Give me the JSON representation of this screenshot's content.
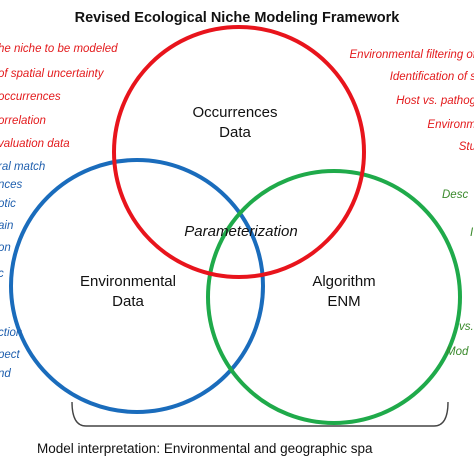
{
  "title": "Revised Ecological Niche Modeling Framework",
  "colors": {
    "occurrences": "#e8141c",
    "environmental": "#1a6cbc",
    "algorithm": "#1faa4a",
    "red_text": "#e31a1c",
    "blue_text": "#1f5fae",
    "green_text": "#3a8a2c"
  },
  "circles": {
    "occurrences": {
      "line1": "Occurrences",
      "line2": "Data"
    },
    "environmental": {
      "line1": "Environmental",
      "line2": "Data"
    },
    "algorithm": {
      "line1": "Algorithm",
      "line2": "ENM"
    }
  },
  "center": "Parameterization",
  "left_red_notes": [
    "he niche to be modeled",
    "of spatial uncertainty",
    "occurrences",
    "orrelation",
    "valuation data"
  ],
  "left_blue_notes": [
    "ral match",
    "nces",
    "otic",
    "ain",
    "on",
    "c",
    "ction",
    "pect",
    "nd"
  ],
  "right_red_notes": [
    "Environmental filtering of",
    "Identification of s",
    "Host vs. pathog",
    "Environm",
    "Stu"
  ],
  "right_green_notes": [
    "Desc",
    "I",
    "vs.",
    "Mod"
  ],
  "bottom": "Model interpretation: Environmental and geographic spa"
}
